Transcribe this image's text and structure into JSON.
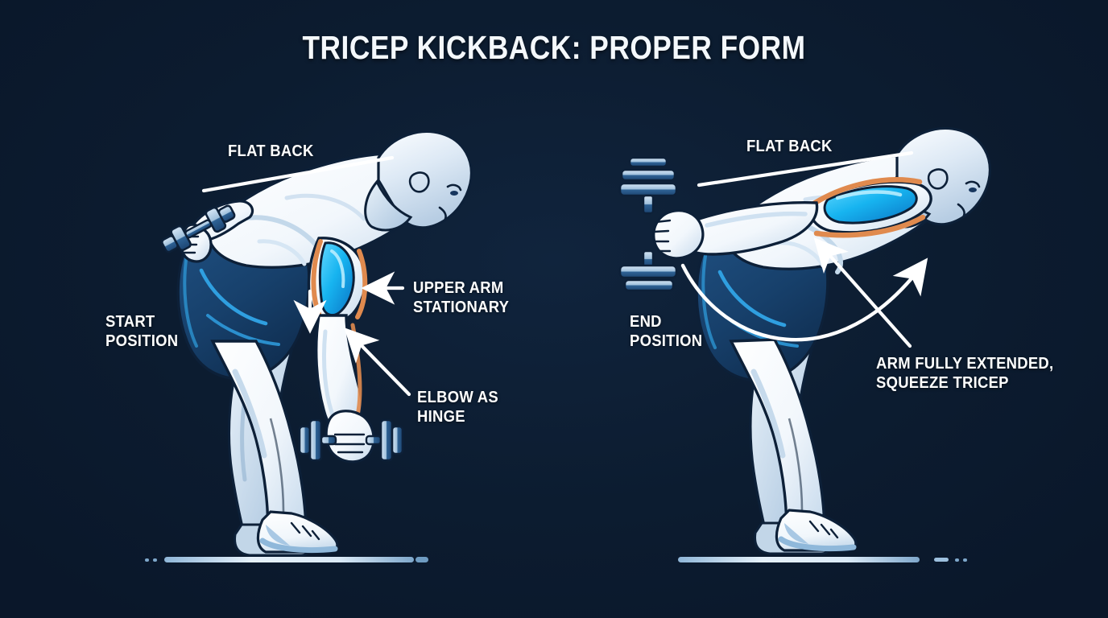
{
  "title": "TRICEP KICKBACK: PROPER FORM",
  "background_color": "#0b1a2e",
  "accent_color": "#2f9fe0",
  "muscle_highlight_color": "#17b4f0",
  "muscle_outline_color": "#e08a4e",
  "shorts_color": "#17406b",
  "label_color": "#fdfefe",
  "panels": [
    {
      "id": "start",
      "position_label": "START\nPOSITION",
      "labels": [
        {
          "name": "flat-back",
          "text": "FLAT BACK"
        },
        {
          "name": "upper-arm-stationary",
          "text": "UPPER ARM\nSTATIONARY"
        },
        {
          "name": "elbow-as-hinge",
          "text": "ELBOW AS\nHINGE"
        }
      ],
      "figure": {
        "pose": "hinged at hips, flat back, dumbbell hanging at arm's length",
        "dumbbells": 2,
        "highlighted_muscle": "tricep"
      }
    },
    {
      "id": "end",
      "position_label": "END\nPOSITION",
      "labels": [
        {
          "name": "flat-back",
          "text": "FLAT BACK"
        },
        {
          "name": "arm-fully-extended",
          "text": "ARM FULLY EXTENDED,\nSQUEEZE TRICEP"
        }
      ],
      "figure": {
        "pose": "hinged at hips, flat back, arm extended back behind torso",
        "dumbbells": 2,
        "highlighted_muscle": "tricep"
      }
    }
  ],
  "icons": {
    "down_arrow": "down-arrow-icon",
    "left_arrow": "left-arrow-icon",
    "pointer_arrow": "pointer-arrow-icon",
    "curved_arrow": "curved-arrow-icon",
    "ground_line": "ground-line-icon"
  }
}
